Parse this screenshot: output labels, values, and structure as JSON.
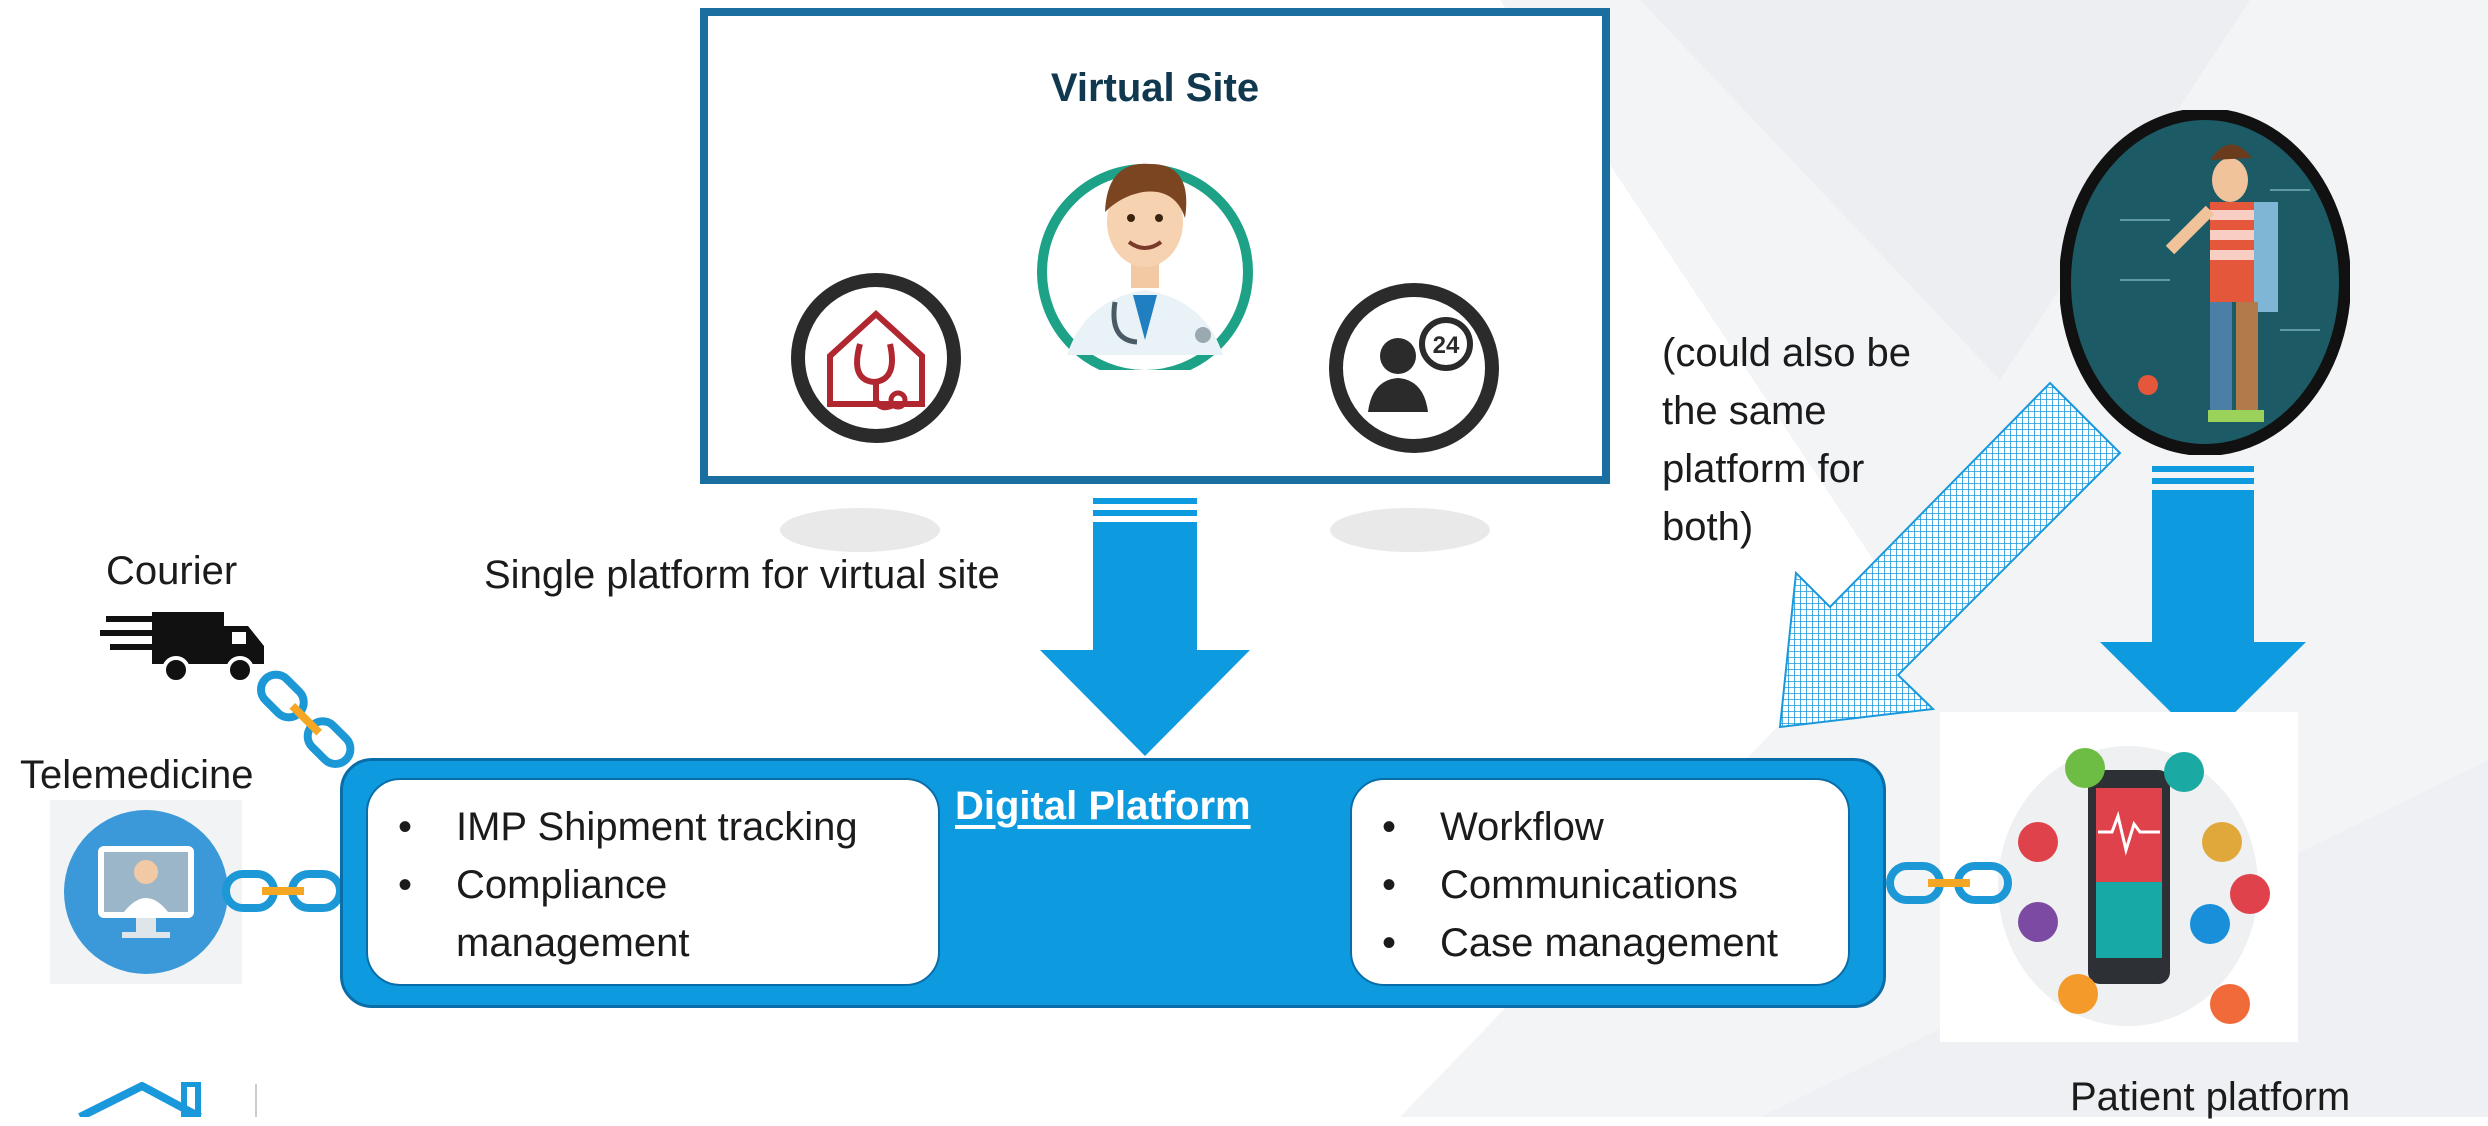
{
  "virtual_site": {
    "title": "Virtual Site"
  },
  "labels": {
    "courier": "Courier",
    "telemedicine": "Telemedicine",
    "single_platform": "Single platform for virtual site",
    "could_also": [
      "(could also be",
      "the same",
      "platform for",
      "both)"
    ],
    "patient_platform": "Patient platform"
  },
  "digital_platform": {
    "title": "Digital Platform",
    "left_items": [
      "IMP Shipment tracking",
      "Compliance",
      "management"
    ],
    "right_items": [
      "Workflow",
      "Communications",
      "Case management"
    ]
  },
  "bullet_char": "•",
  "icons": {
    "house_stethoscope": "house-stethoscope-icon",
    "doctor": "doctor-icon",
    "support_24": "support-24-icon",
    "courier_truck": "truck-icon",
    "telemedicine": "telemedicine-doctor-icon",
    "wearable_person": "wearable-person-icon",
    "patient_phone": "patient-phone-icon",
    "chain_link": "chain-link-icon"
  },
  "colors": {
    "platform_blue": "#0e9adf",
    "frame_blue": "#1a6fa0",
    "arrow_blue": "#0e9adf",
    "chain_blue": "#1c98d6",
    "chain_orange": "#f5a623",
    "title_dark": "#10384f"
  }
}
